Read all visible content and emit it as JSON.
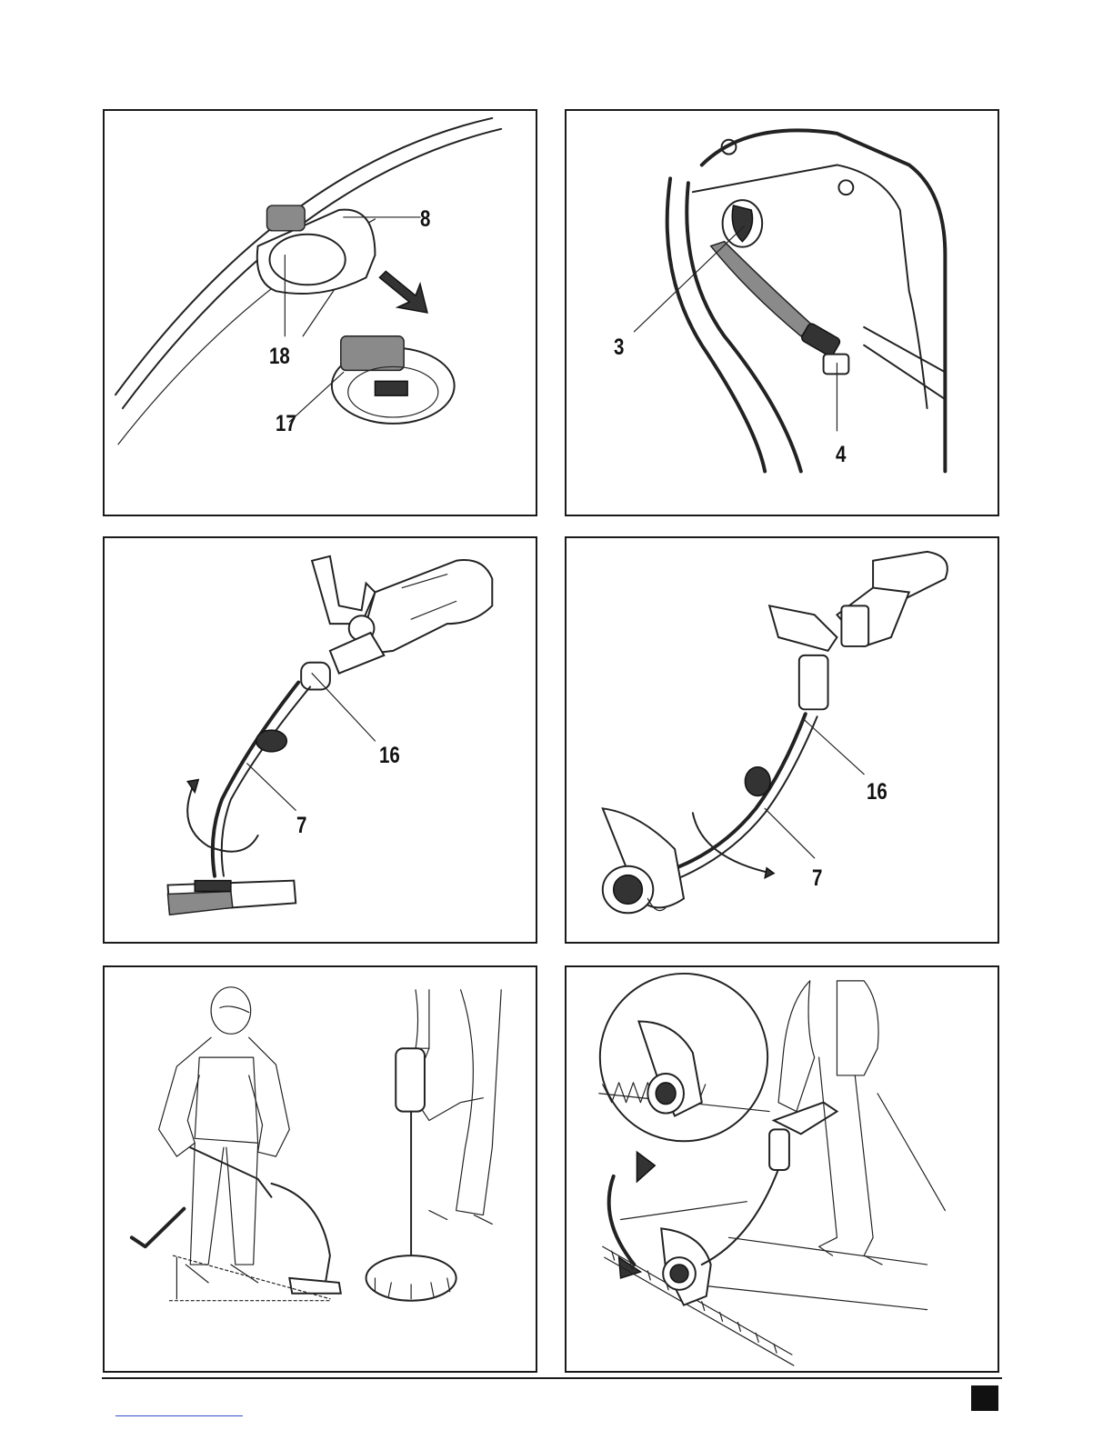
{
  "figures": [
    {
      "id": "A",
      "callouts": [
        "8",
        "18",
        "17"
      ]
    },
    {
      "id": "B",
      "callouts": [
        "3",
        "4"
      ]
    },
    {
      "id": "C",
      "callouts": [
        "16",
        "7"
      ]
    },
    {
      "id": "D",
      "callouts": [
        "16",
        "7"
      ]
    },
    {
      "id": "E",
      "callouts": []
    },
    {
      "id": "F",
      "callouts": []
    }
  ],
  "icons": [
    "checkmark-icon",
    "double-arrow-icon",
    "rotation-arrow-icon",
    "page-number-box"
  ]
}
